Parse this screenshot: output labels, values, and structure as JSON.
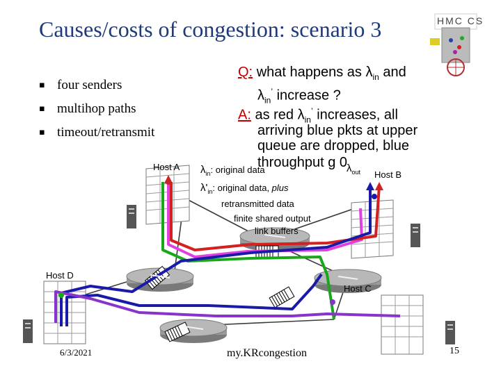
{
  "title": "Causes/costs of congestion: scenario 3",
  "bullets": [
    "four senders",
    "multihop paths",
    "timeout/retransmit"
  ],
  "question": {
    "q_label": "Q:",
    "line1_prefix": "what happens as ",
    "line1_symbol": "λ",
    "line1_sub": "in",
    "line1_suffix": " and",
    "line2_symbol": "λ",
    "line2_sub": "in",
    "line2_sup": "’",
    "line2_suffix": " increase ?"
  },
  "answer": {
    "a_label": "A:",
    "line1_prefix": "as red ",
    "line1_symbol": "λ",
    "line1_sub": "in",
    "line1_sup": "’",
    "line1_suffix": " increases, all",
    "line2": "arriving blue pkts at upper",
    "line3": "queue are dropped, blue",
    "line4": "throughput g 0"
  },
  "legend": {
    "lambda_in_symbol": "λ",
    "lambda_in_sub": "in",
    "lambda_in_text": ": original data",
    "lambda_prime_symbol": "λ",
    "lambda_prime_mark": "'",
    "lambda_prime_sub": "in",
    "lambda_prime_text": ": original data, ",
    "lambda_prime_italic": "plus",
    "lambda_prime_line2": "retransmitted data",
    "lambda_out_symbol": "λ",
    "lambda_out_sub": "out"
  },
  "buffer_label_line1": "finite shared output",
  "buffer_label_line2": "link buffers",
  "hosts": {
    "a": "Host A",
    "b": "Host B",
    "c": "Host C",
    "d": "Host D"
  },
  "footer": {
    "date": "6/3/2021",
    "center": "my.KRcongestion",
    "page": "15"
  },
  "logo_text": "HMC CS",
  "colors": {
    "title": "#1f3a7a",
    "red_label": "#c00000",
    "blue_flow": "#1a1aa8",
    "red_flow": "#d42020",
    "green_flow": "#1aa81a",
    "magenta_flow": "#e040e0",
    "router": "#9a9a9a"
  }
}
